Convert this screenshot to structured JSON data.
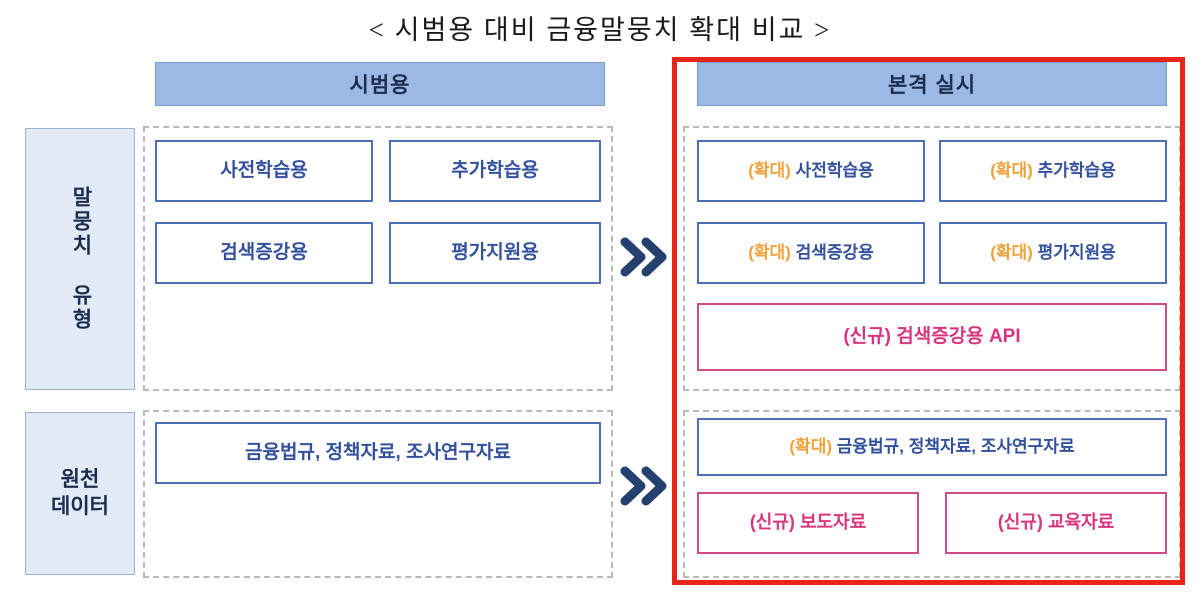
{
  "title": "< 시범용 대비 금융말뭉치 확대 비교 >",
  "colors": {
    "header_fill": "#9cb8e4",
    "header_text": "#1b2c4e",
    "row_label_fill": "#e3eaf7",
    "box_blue_border": "#4f6fb5",
    "box_blue_text": "#33519c",
    "box_pink_border": "#d44a86",
    "box_pink_text": "#d8357e",
    "tag_expand": "#f0a23c",
    "tag_new": "#d8357e",
    "emphasis_frame": "#e8251b",
    "arrow": "#24406e",
    "dashed_border": "#b9b9b9"
  },
  "columns": {
    "left": {
      "header": "시범용"
    },
    "right": {
      "header": "본격 실시"
    }
  },
  "rows": [
    {
      "label": "말뭉치 유형",
      "label_chars": "말뭉치 유형",
      "left_items": [
        {
          "text": "사전학습용"
        },
        {
          "text": "추가학습용"
        },
        {
          "text": "검색증강용"
        },
        {
          "text": "평가지원용"
        }
      ],
      "right_items": [
        {
          "tag": "(확대)",
          "text": "사전학습용",
          "kind": "expand"
        },
        {
          "tag": "(확대)",
          "text": "추가학습용",
          "kind": "expand"
        },
        {
          "tag": "(확대)",
          "text": "검색증강용",
          "kind": "expand"
        },
        {
          "tag": "(확대)",
          "text": "평가지원용",
          "kind": "expand"
        },
        {
          "tag": "(신규)",
          "text": "검색증강용 API",
          "kind": "new"
        }
      ]
    },
    {
      "label": "원천 데이터",
      "label_line1": "원천",
      "label_line2": "데이터",
      "left_items": [
        {
          "text": "금융법규, 정책자료, 조사연구자료"
        }
      ],
      "right_items": [
        {
          "tag": "(확대)",
          "text": "금융법규, 정책자료, 조사연구자료",
          "kind": "expand"
        },
        {
          "tag": "(신규)",
          "text": "보도자료",
          "kind": "new"
        },
        {
          "tag": "(신규)",
          "text": "교육자료",
          "kind": "new"
        }
      ]
    }
  ],
  "arrows": [
    {
      "glyph": "double-chevron-right"
    },
    {
      "glyph": "double-chevron-right"
    }
  ]
}
